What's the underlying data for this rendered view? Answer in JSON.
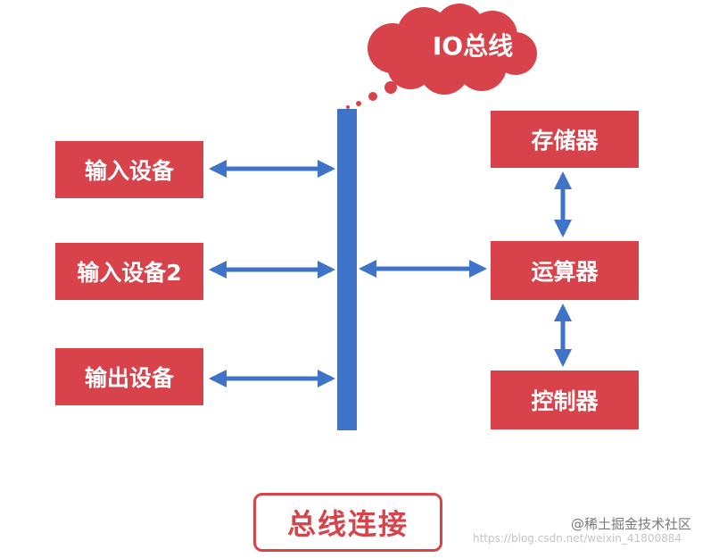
{
  "bus": {
    "cloud_label": "IO总线"
  },
  "left_devices": [
    {
      "label": "输入设备"
    },
    {
      "label": "输入设备2"
    },
    {
      "label": "输出设备"
    }
  ],
  "right_components": [
    {
      "label": "存储器"
    },
    {
      "label": "运算器"
    },
    {
      "label": "控制器"
    }
  ],
  "caption": "总线连接",
  "watermark": {
    "text": "@稀土掘金技术社区",
    "url": "https://blog.csdn.net/weixin_41800884"
  },
  "colors": {
    "box_fill": "#d8434b",
    "bus_blue": "#3f73c7",
    "caption_red": "#d8434b"
  }
}
